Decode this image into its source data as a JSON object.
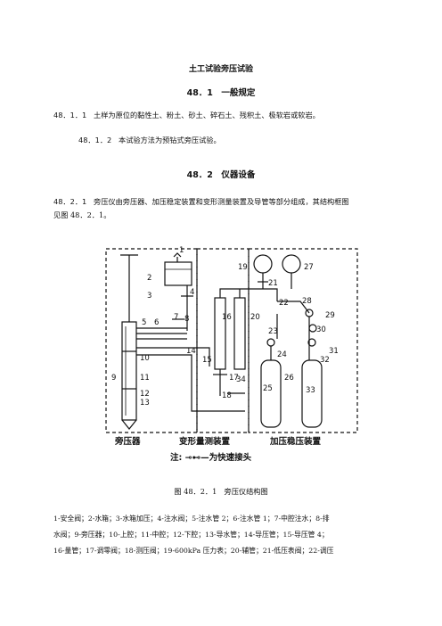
{
  "doc": {
    "title": "土工试验旁压试验",
    "s1": {
      "heading": "48．1　一般规定"
    },
    "p1": {
      "num": "48．1．1",
      "text": "土样为原位的黏性土、粉土、砂土、碎石土、残积土、极软岩或软岩。"
    },
    "p2": {
      "num": "48．1．2",
      "text": "本试验方法为预钻式旁压试验。"
    },
    "s2": {
      "heading": "48．2　仪器设备"
    },
    "p3": {
      "num": "48．2．1",
      "text1": "旁压仪由旁压器、加压稳定装置和变形测量装置及导管等部分组成，其结构框图",
      "text2": "见图 48．2．1。"
    },
    "figure": {
      "labels": [
        "1",
        "2",
        "3",
        "4",
        "5",
        "6",
        "7",
        "8",
        "9",
        "10",
        "11",
        "12",
        "13",
        "14",
        "15",
        "16",
        "17",
        "18",
        "19",
        "20",
        "21",
        "22",
        "23",
        "24",
        "25",
        "26",
        "27",
        "28",
        "29",
        "30",
        "31",
        "32",
        "33",
        "34"
      ],
      "group_left": "旁压器",
      "group_mid": "变形量测装置",
      "group_right": "加压稳压装置",
      "note": "注: ⊸⊷—为快速接头"
    },
    "caption": "图 48．2．1　旁压仪结构图",
    "legend_lines": [
      "1-安全阀；2-水箱；3-水箱加压；4-注水阀；5-注水管 2；6-注水管 1；7-中腔注水；8-排",
      "水阀；9-旁压器；10-上腔；11-中腔；12-下腔；13-导水管；14-导压管；15-导压管 4；",
      "16-量管；17-调零阀；18-测压阀；19-600kPa 压力表；20-辅管；21-低压表阀；22-调压"
    ]
  }
}
